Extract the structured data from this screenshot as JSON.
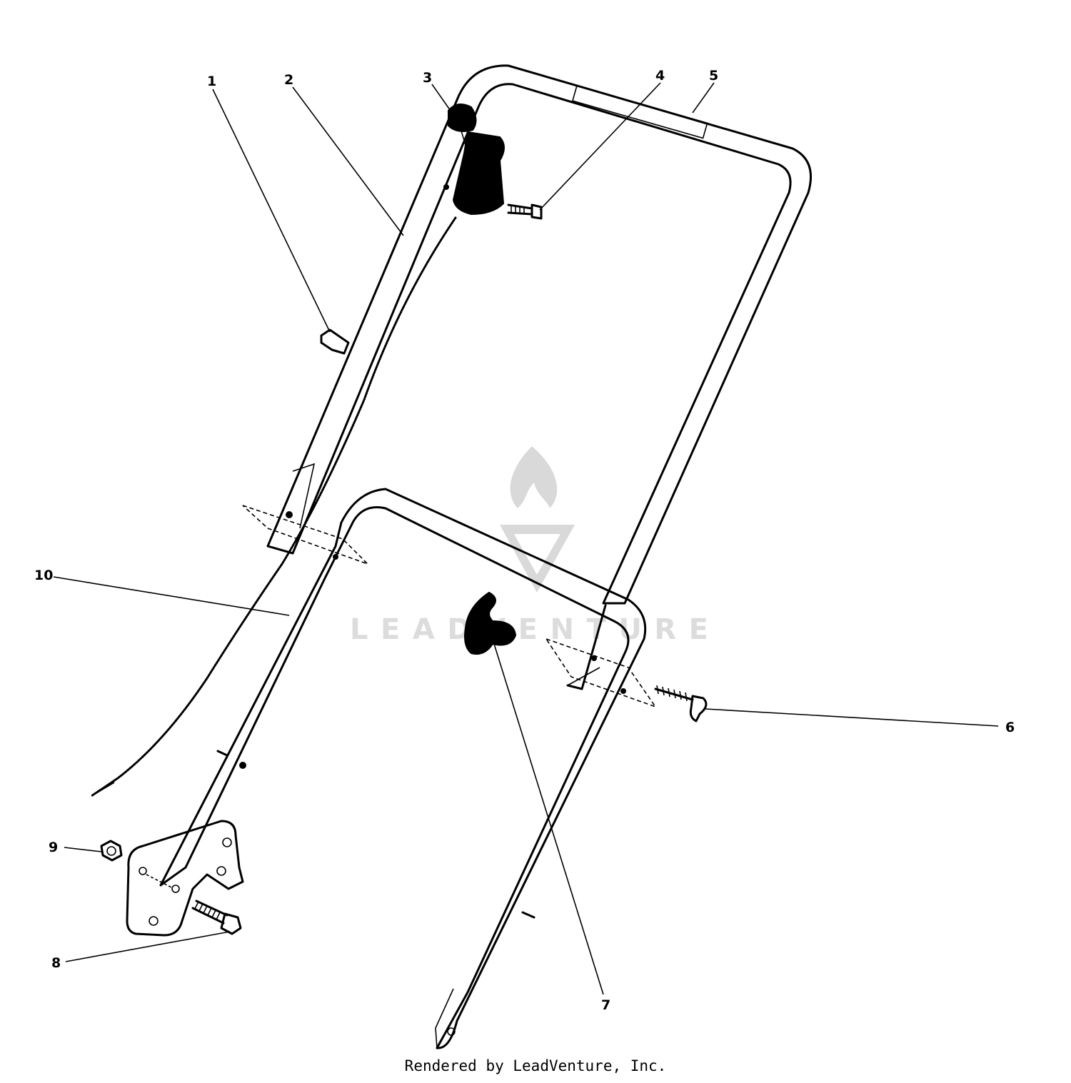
{
  "callouts": [
    {
      "id": "1",
      "label": "1"
    },
    {
      "id": "2",
      "label": "2"
    },
    {
      "id": "3",
      "label": "3"
    },
    {
      "id": "4",
      "label": "4"
    },
    {
      "id": "5",
      "label": "5"
    },
    {
      "id": "6",
      "label": "6"
    },
    {
      "id": "7",
      "label": "7"
    },
    {
      "id": "8",
      "label": "8"
    },
    {
      "id": "9",
      "label": "9"
    },
    {
      "id": "10",
      "label": "10"
    }
  ],
  "watermark": {
    "text": "LEADVENTURE",
    "icon": "leadventure-flame-logo"
  },
  "footer": {
    "text": "Rendered by LeadVenture, Inc."
  }
}
